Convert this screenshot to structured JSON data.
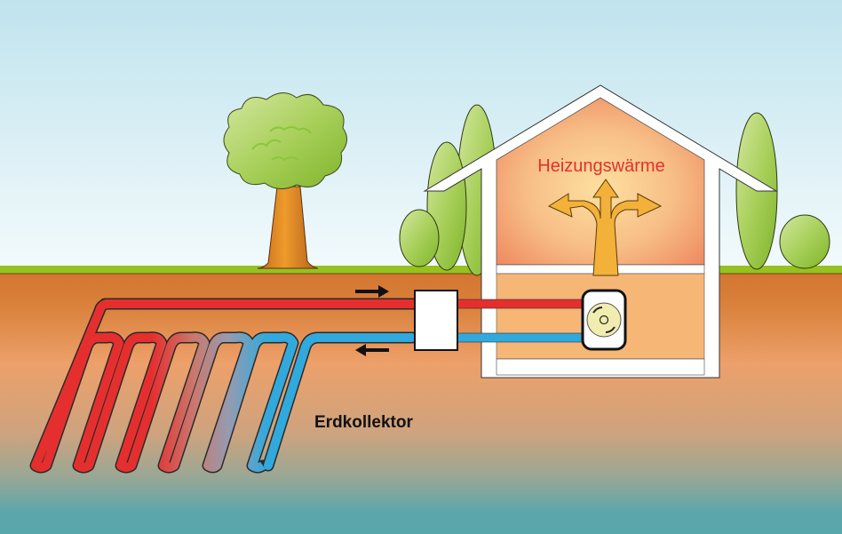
{
  "diagram": {
    "title": "Erdwärmepumpe mit Erdkollektor",
    "labels": {
      "heating": "Heizungswärme",
      "collector": "Erdkollektor"
    },
    "colors": {
      "sky_top": "#c0e3ee",
      "sky_bottom": "#eef8fb",
      "grass": "#96c11f",
      "soil_top": "#d47a32",
      "soil_mid": "#eea06a",
      "soil_low": "#b3ab8e",
      "soil_bottom": "#58a7ab",
      "pipe_hot": "#e52f2f",
      "pipe_cold": "#31a9dd",
      "heating_label": "#e3302f",
      "collector_label": "#111111",
      "heat_arrow": "#f3b13a",
      "house_wall": "#ffffff",
      "house_interior": "#f5b676",
      "tree_foliage": "#a6cf5a",
      "tree_trunk": "#d67a1b"
    },
    "flow": {
      "supply_direction": "right",
      "return_direction": "left"
    },
    "icons": [
      "tree",
      "shrub",
      "house",
      "heat-arrow",
      "flow-arrow-right",
      "flow-arrow-left",
      "heat-exchanger-box",
      "heat-pump-unit",
      "ground-collector-pipe"
    ]
  }
}
